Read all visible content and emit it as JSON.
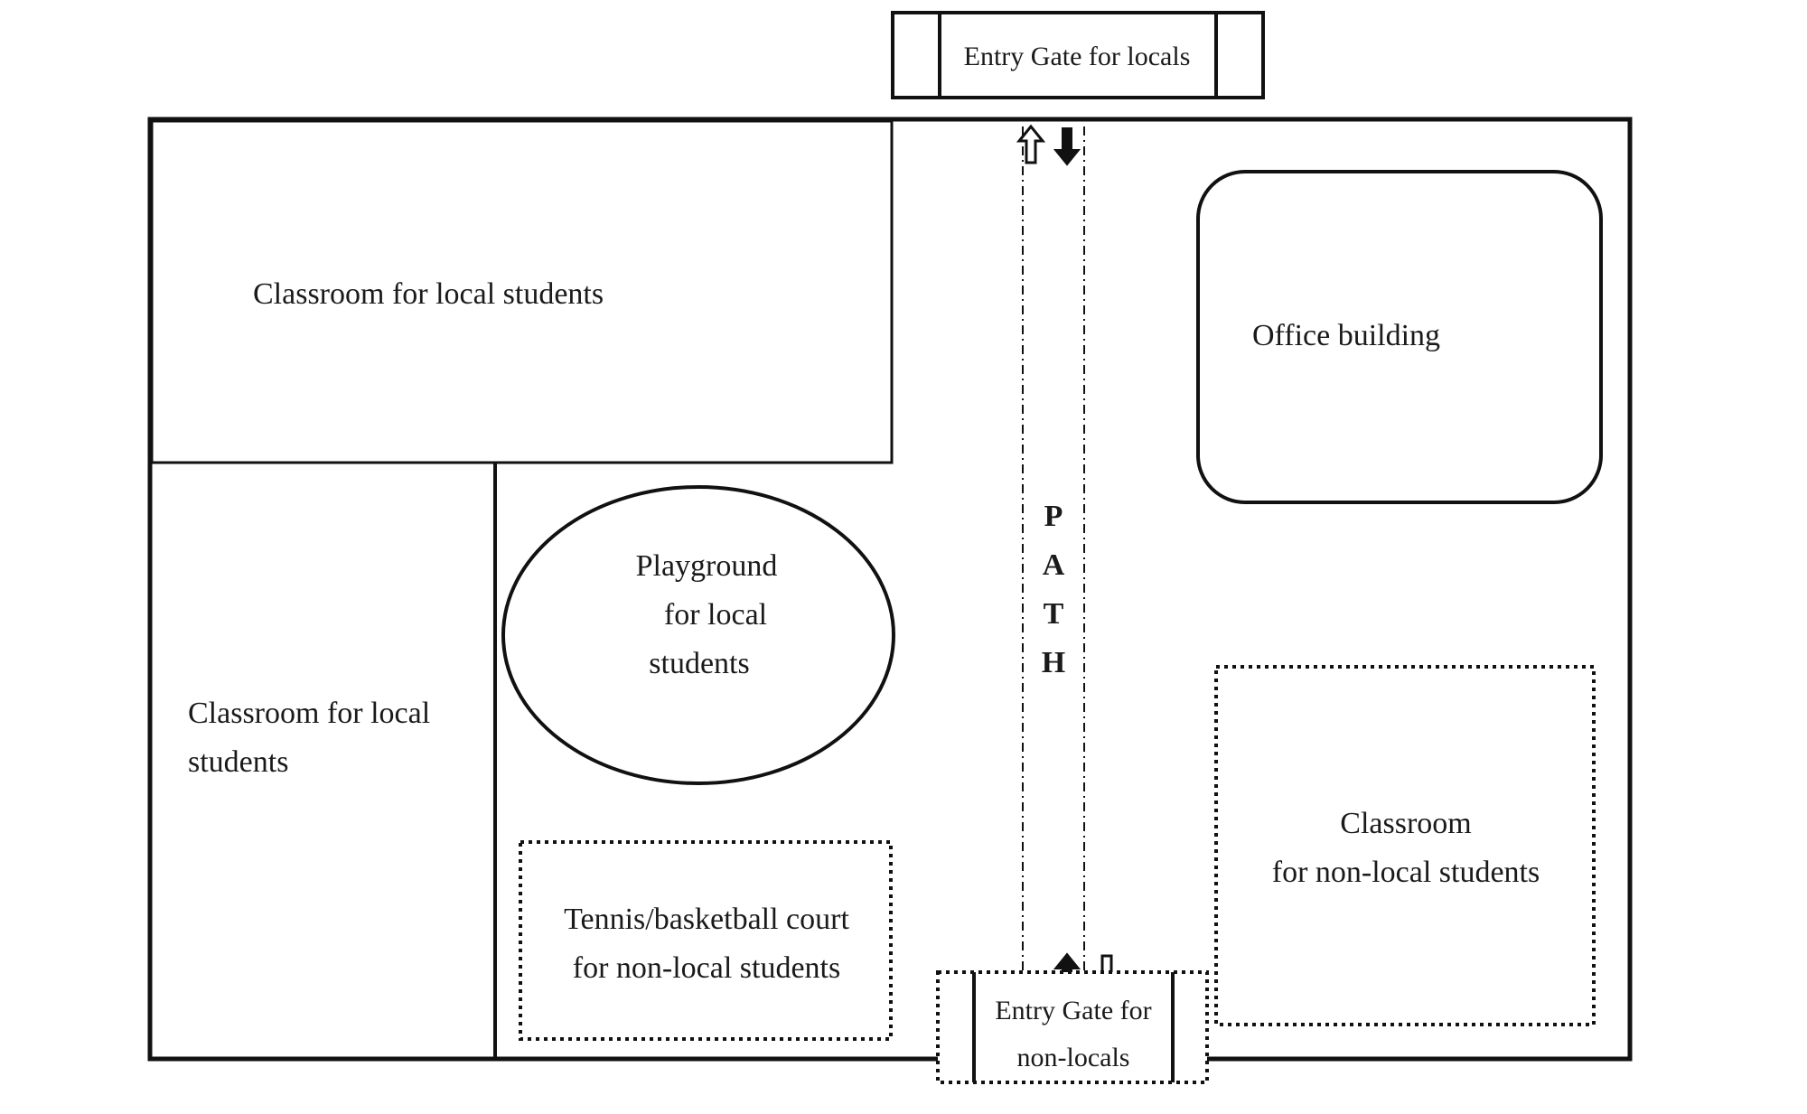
{
  "diagram": {
    "gate_locals": "Entry Gate for locals",
    "gate_nonlocals": [
      "Entry Gate for",
      "non-locals"
    ],
    "classroom_local_top": "Classroom for local students",
    "classroom_local_left": [
      "Classroom for local",
      "students"
    ],
    "playground": [
      "Playground",
      "for local",
      "students"
    ],
    "tennis_court": [
      "Tennis/basketball court",
      "for non-local students"
    ],
    "office": "Office building",
    "classroom_nonlocal": [
      "Classroom",
      "for non-local students"
    ],
    "path_letters": [
      "P",
      "A",
      "T",
      "H"
    ],
    "colors": {
      "stroke": "#111111",
      "text": "#1a1a1a",
      "background": "#ffffff"
    },
    "icons": [
      "arrow-up-icon",
      "arrow-down-icon"
    ]
  }
}
